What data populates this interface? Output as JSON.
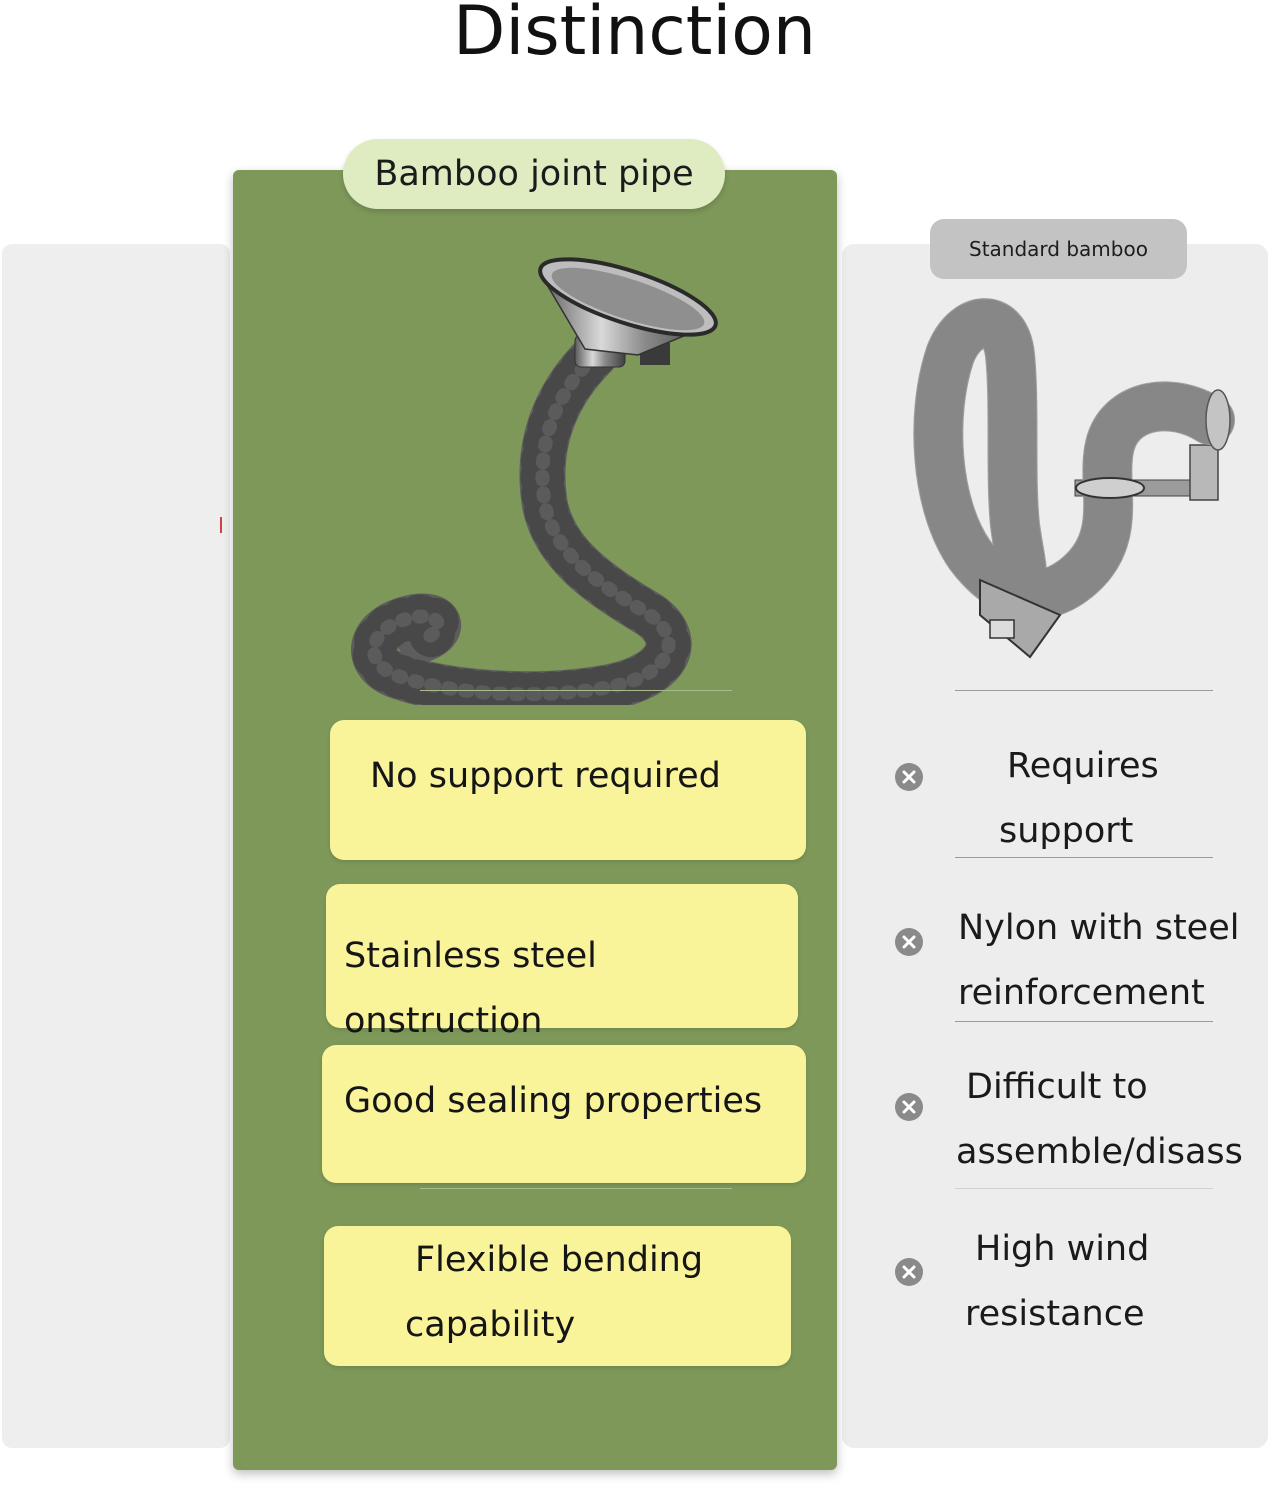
{
  "title": "Distinction",
  "left_column": {
    "tab_label": "Bamboo joint pipe",
    "image_icon": "flexible-bamboo-joint-pipe-with-funnel",
    "features": [
      {
        "line1": "No support required",
        "line2": ""
      },
      {
        "line1": "Stainless steel onstruction",
        "line2": ""
      },
      {
        "line1": "Good sealing properties",
        "line2": ""
      },
      {
        "line1": "Flexible bending",
        "line2": "capability"
      }
    ]
  },
  "right_column": {
    "tab_label": "Standard bamboo",
    "image_icon": "standard-nylon-ducting-hose",
    "items": [
      {
        "icon": "x-circle-icon",
        "line1": "Requires",
        "line2": "support"
      },
      {
        "icon": "x-circle-icon",
        "line1": "Nylon with steel",
        "line2": "reinforcement"
      },
      {
        "icon": "x-circle-icon",
        "line1": "Difficult to",
        "line2": "assemble/disass"
      },
      {
        "icon": "x-circle-icon",
        "line1": "High wind",
        "line2": "resistance"
      }
    ]
  },
  "colors": {
    "green_panel": "#7e985a",
    "green_tab": "#dfecc1",
    "feature_box": "#f9f39a",
    "gray_tab": "#c3c3c3",
    "side_panel": "#ededed"
  }
}
